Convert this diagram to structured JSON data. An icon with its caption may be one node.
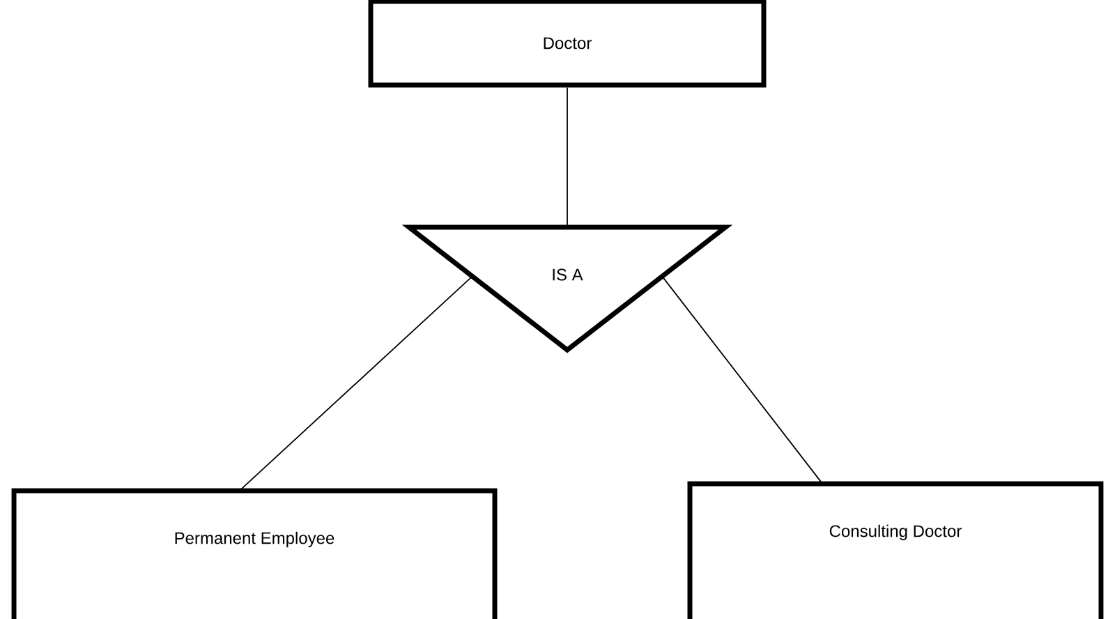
{
  "diagram": {
    "nodes": [
      {
        "text": [
          "Doctor"
        ]
      },
      {
        "text": [
          "IS A"
        ]
      },
      {
        "text": [
          "Permanent Employee"
        ]
      },
      {
        "text": [
          "Consulting Doctor"
        ]
      }
    ],
    "edges": [
      {
        "from": 0,
        "to": 1,
        "arrow": "none"
      },
      {
        "from": 1,
        "to": 2,
        "arrow": "none"
      },
      {
        "from": 1,
        "to": 3,
        "arrow": "none"
      }
    ]
  }
}
